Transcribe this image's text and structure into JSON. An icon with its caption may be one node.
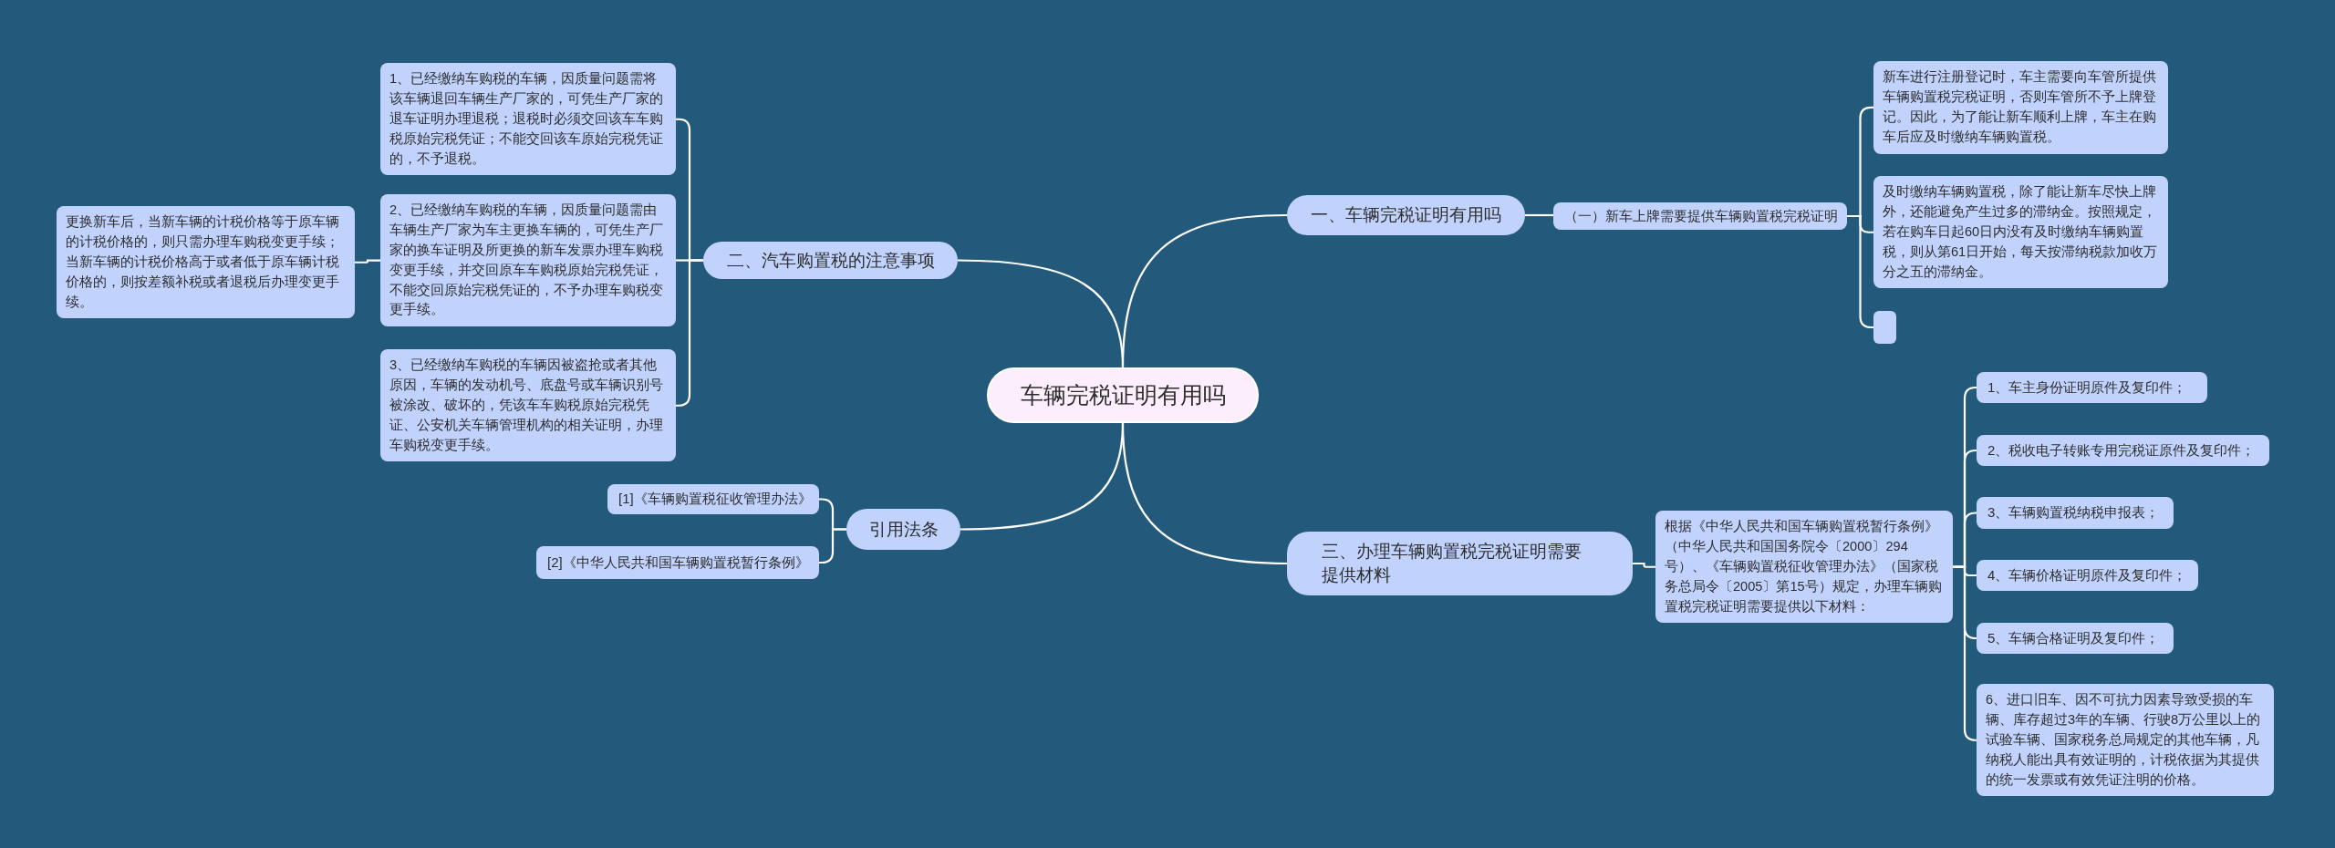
{
  "diagram": {
    "nodes": [
      {
        "text": [
          "车辆完税证明有用吗"
        ]
      },
      {
        "text": [
          "一、车辆完税证明有用吗"
        ]
      },
      {
        "text": [
          "（一）新车上牌需要提供车辆购置税完税证明"
        ]
      },
      {
        "text": [
          "新车进行注册登记时，车主需要向车管所提供车辆购置税完税证明，否则车管所不予上牌登记。因此，为了能让新车顺利上牌，车主在购车后应及时缴纳车辆购置税。"
        ]
      },
      {
        "text": [
          "及时缴纳车辆购置税，除了能让新车尽快上牌外，还能避免产生过多的滞纳金。按照规定，若在购车日起60日内没有及时缴纳车辆购置税，则从第61日开始，每天按滞纳税款加收万分之五的滞纳金。"
        ]
      },
      {
        "text": [],
        "shape": "box"
      },
      {
        "text": [
          "二、汽车购置税的注意事项"
        ]
      },
      {
        "text": [
          "1、已经缴纳车购税的车辆，因质量问题需将该车辆退回车辆生产厂家的，可凭生产厂家的退车证明办理退税；退税时必须交回该车车购税原始完税凭证；不能交回该车原始完税凭证的，不予退税。"
        ]
      },
      {
        "text": [
          "2、已经缴纳车购税的车辆，因质量问题需由车辆生产厂家为车主更换车辆的，可凭生产厂家的换车证明及所更换的新车发票办理车购税变更手续，并交回原车车购税原始完税凭证，不能交回原始完税凭证的，不予办理车购税变更手续。"
        ]
      },
      {
        "text": [
          "3、已经缴纳车购税的车辆因被盗抢或者其他原因，车辆的发动机号、底盘号或车辆识别号被涂改、破坏的，凭该车车购税原始完税凭证、公安机关车辆管理机构的相关证明，办理车购税变更手续。"
        ]
      },
      {
        "text": [
          "更换新车后，当新车辆的计税价格等于原车辆的计税价格的，则只需办理车购税变更手续；当新车辆的计税价格高于或者低于原车辆计税价格的，则按差额补税或者退税后办理变更手续。"
        ]
      },
      {
        "text": [
          "引用法条"
        ]
      },
      {
        "text": [
          "[1]《车辆购置税征收管理办法》"
        ]
      },
      {
        "text": [
          "[2]《中华人民共和国车辆购置税暂行条例》"
        ]
      },
      {
        "text": [
          "三、办理车辆购置税完税证明需要提供材料"
        ]
      },
      {
        "text": [
          "根据《中华人民共和国车辆购置税暂行条例》（中华人民共和国国务院令〔2000〕294号）、《车辆购置税征收管理办法》（国家税务总局令〔2005〕第15号）规定，办理车辆购置税完税证明需要提供以下材料："
        ]
      },
      {
        "text": [
          "1、车主身份证明原件及复印件；"
        ]
      },
      {
        "text": [
          "2、税收电子转账专用完税证原件及复印件；"
        ]
      },
      {
        "text": [
          "3、车辆购置税纳税申报表；"
        ]
      },
      {
        "text": [
          "4、车辆价格证明原件及复印件；"
        ]
      },
      {
        "text": [
          "5、车辆合格证明及复印件；"
        ]
      },
      {
        "text": [
          "6、进口旧车、因不可抗力因素导致受损的车辆、库存超过3年的车辆、行驶8万公里以上的试验车辆、国家税务总局规定的其他车辆，凡纳税人能出具有效证明的，计税依据为其提供的统一发票或有效凭证注明的价格。"
        ]
      }
    ],
    "edges": [
      {
        "from": 0,
        "to": 1,
        "arrow": "none"
      },
      {
        "from": 1,
        "to": 2,
        "arrow": "none"
      },
      {
        "from": 2,
        "to": 3,
        "arrow": "none"
      },
      {
        "from": 2,
        "to": 4,
        "arrow": "none"
      },
      {
        "from": 2,
        "to": 5,
        "arrow": "none"
      },
      {
        "from": 0,
        "to": 6,
        "arrow": "none"
      },
      {
        "from": 6,
        "to": 7,
        "arrow": "none"
      },
      {
        "from": 6,
        "to": 8,
        "arrow": "none"
      },
      {
        "from": 6,
        "to": 9,
        "arrow": "none"
      },
      {
        "from": 8,
        "to": 10,
        "arrow": "none"
      },
      {
        "from": 0,
        "to": 11,
        "arrow": "none"
      },
      {
        "from": 11,
        "to": 12,
        "arrow": "none"
      },
      {
        "from": 11,
        "to": 13,
        "arrow": "none"
      },
      {
        "from": 0,
        "to": 14,
        "arrow": "none"
      },
      {
        "from": 14,
        "to": 15,
        "arrow": "none"
      },
      {
        "from": 15,
        "to": 16,
        "arrow": "none"
      },
      {
        "from": 15,
        "to": 17,
        "arrow": "none"
      },
      {
        "from": 15,
        "to": 18,
        "arrow": "none"
      },
      {
        "from": 15,
        "to": 19,
        "arrow": "none"
      },
      {
        "from": 15,
        "to": 20,
        "arrow": "none"
      },
      {
        "from": 15,
        "to": 21,
        "arrow": "none"
      }
    ]
  }
}
